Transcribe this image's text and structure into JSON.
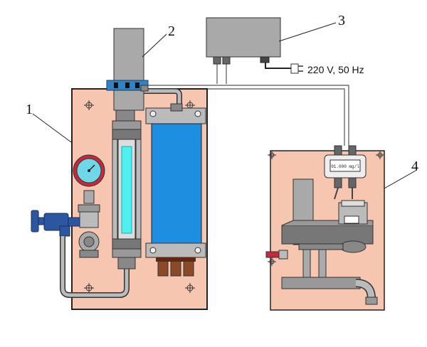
{
  "labels": {
    "unit1": "1",
    "unit2": "2",
    "unit3": "3",
    "unit4": "4"
  },
  "power_supply": "220 V, 50 Hz",
  "display_text": "01.000 mg/l",
  "colors": {
    "panel": "#f6c6b0",
    "panel_border": "#222222",
    "blue": "#1e8fe0",
    "cyan": "#4ff0f0",
    "gray": "#a9a9a9",
    "dark_gray": "#707070",
    "brown": "#8a4a2a",
    "valve_blue": "#2d56a0",
    "gauge_red": "#c8283c"
  }
}
